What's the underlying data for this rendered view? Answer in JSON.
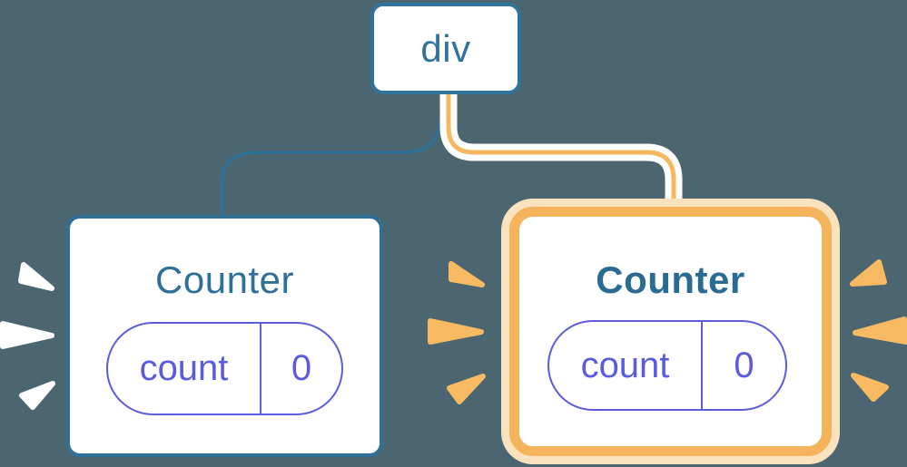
{
  "diagram": {
    "description": "React component tree re-render diagram",
    "background_color": "#4c6671",
    "root_node": {
      "label": "div"
    },
    "left_counter": {
      "title": "Counter",
      "highlighted": false,
      "state": {
        "key": "count",
        "value": "0"
      },
      "burst_icon": "render-burst-icon",
      "burst_color": "#ffffff"
    },
    "right_counter": {
      "title": "Counter",
      "highlighted": true,
      "state": {
        "key": "count",
        "value": "0"
      },
      "burst_icon": "render-burst-icon",
      "burst_color": "#f7ba62"
    },
    "colors": {
      "node_border_blue": "#2f739e",
      "node_text_blue": "#2f7098",
      "counter_bold_text_blue": "#2a6b93",
      "connector_blue": "#2f7097",
      "connector_orange": "#f6b75e",
      "connector_casing_white": "#ffffff",
      "highlight_border_orange": "#f5b45c",
      "highlight_outline_peach": "#f9e2bd",
      "state_pill_purple": "#5c5ce0",
      "card_background": "#ffffff"
    }
  }
}
